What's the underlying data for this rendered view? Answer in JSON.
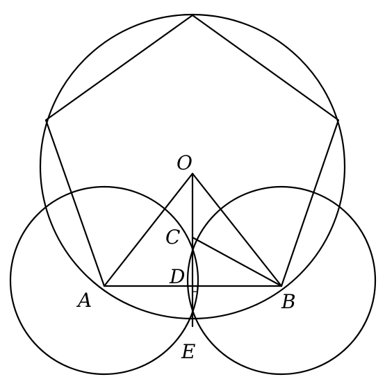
{
  "labels": {
    "O": "O",
    "C": "C",
    "D": "D",
    "A": "A",
    "B": "B",
    "E": "E"
  },
  "colors": {
    "stroke": "#000000",
    "background": "#ffffff"
  }
}
